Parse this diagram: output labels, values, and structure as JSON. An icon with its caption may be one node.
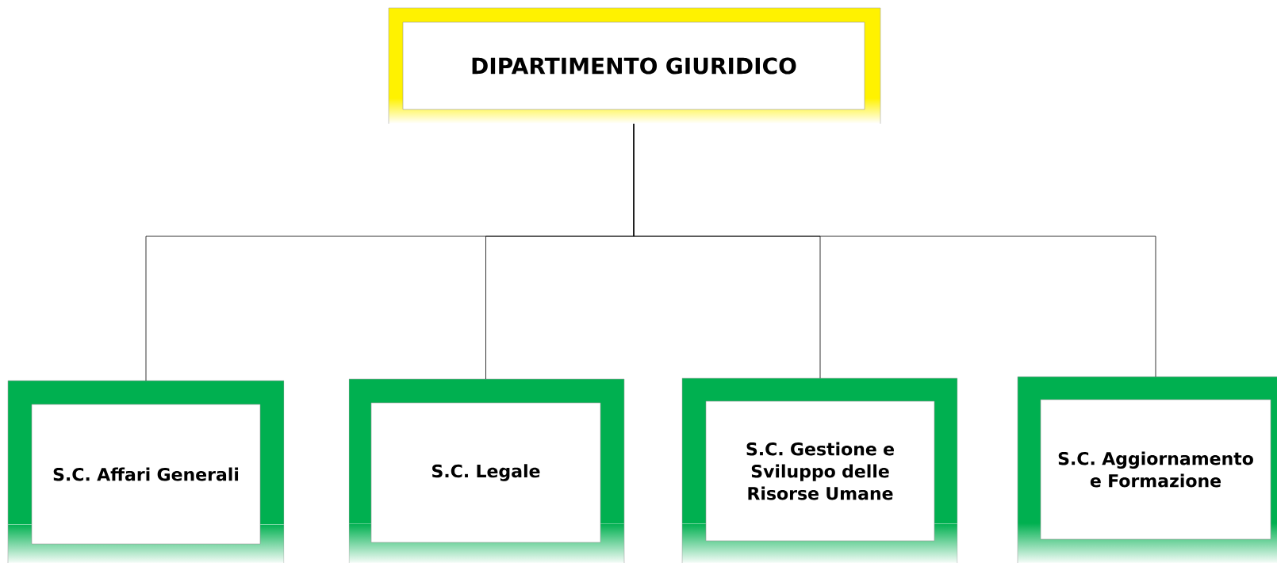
{
  "diagram": {
    "nodes": [
      {
        "text": [
          "DIPARTIMENTO GIURIDICO"
        ]
      },
      {
        "text": [
          "S.C. Affari Generali"
        ]
      },
      {
        "text": [
          "S.C. Legale"
        ]
      },
      {
        "text": [
          "S.C. Gestione e Sviluppo delle Risorse Umane"
        ]
      },
      {
        "text": [
          "S.C. Aggiornamento e Formazione"
        ]
      }
    ],
    "edges": [
      {
        "from": 0,
        "to": 1,
        "arrow": "none"
      },
      {
        "from": 0,
        "to": 2,
        "arrow": "none"
      },
      {
        "from": 0,
        "to": 3,
        "arrow": "none"
      },
      {
        "from": 0,
        "to": 4,
        "arrow": "none"
      }
    ]
  }
}
